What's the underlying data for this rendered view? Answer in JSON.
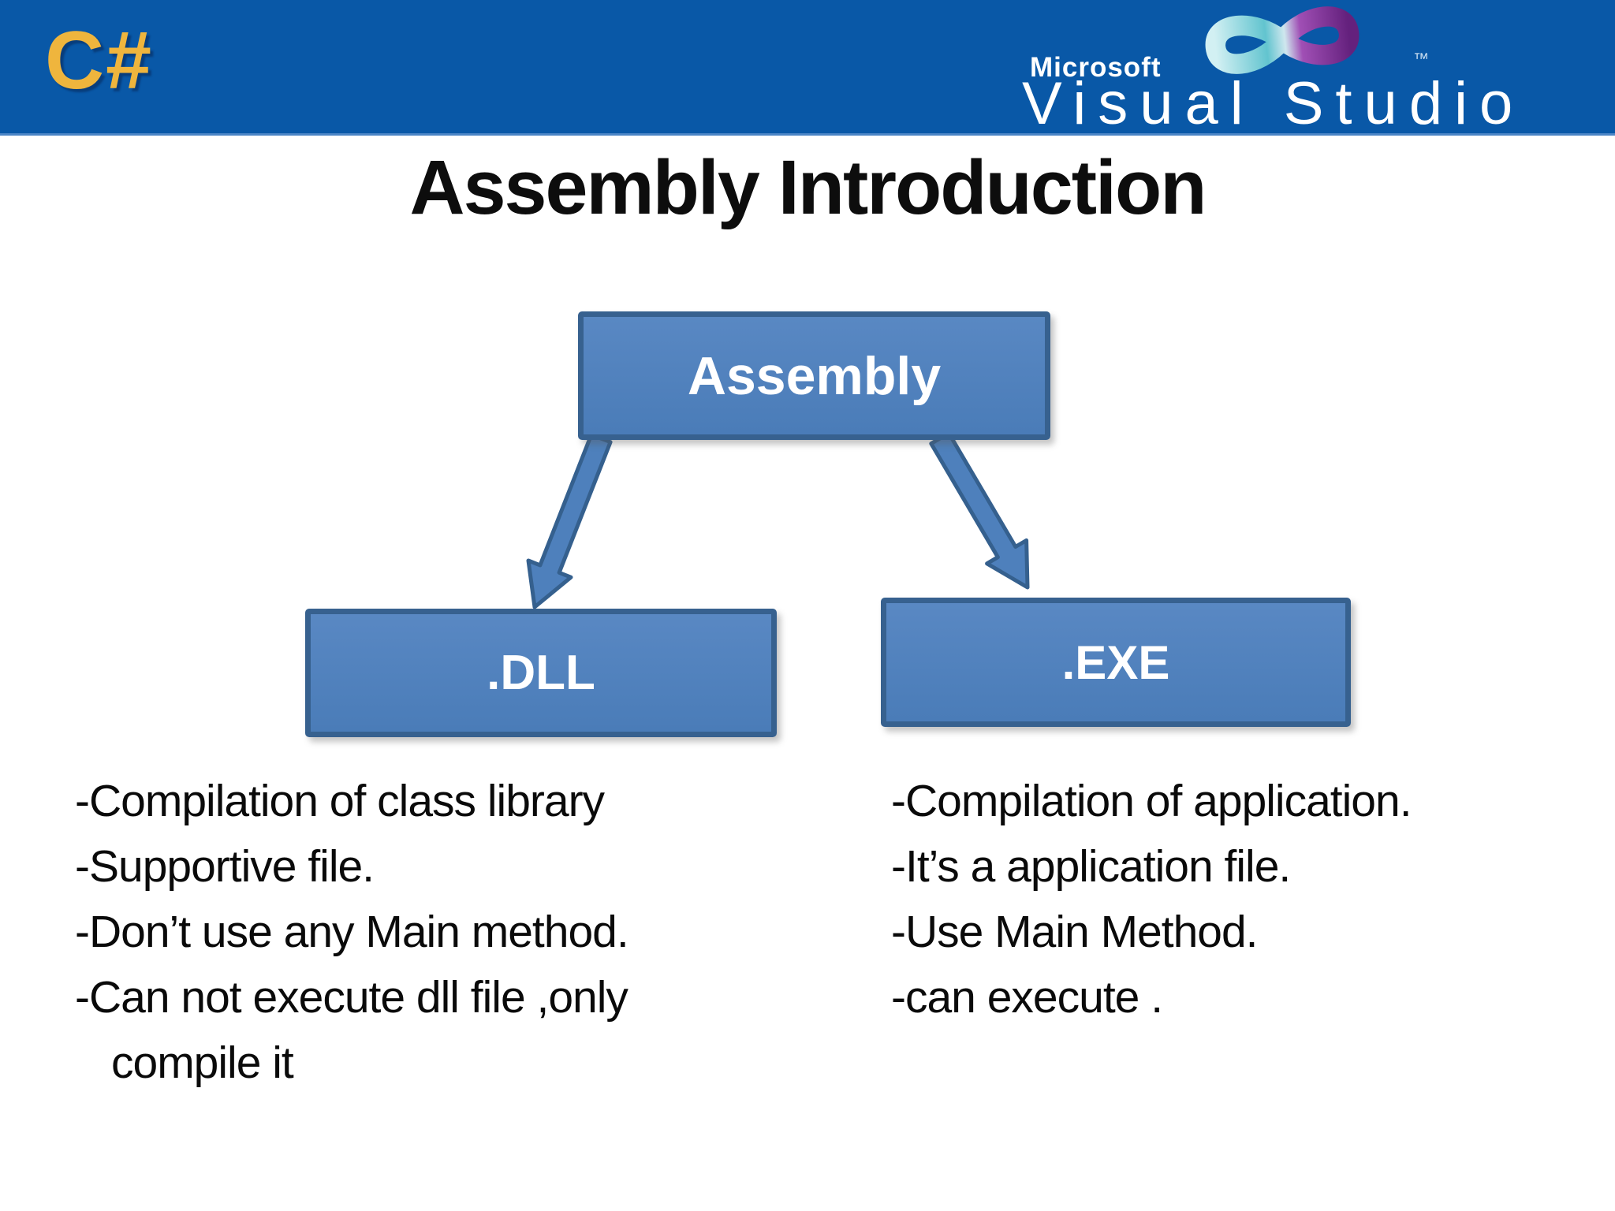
{
  "header": {
    "csharp_logo": "C#",
    "bg_color": "#0958a7",
    "csharp_gold": "#efb53d",
    "vs_logo": {
      "microsoft": "Microsoft",
      "product": "Visual Studio",
      "trademark": "™",
      "infinity_teal": "#62c4cf",
      "infinity_purple": "#64217d"
    }
  },
  "slide": {
    "title": "Assembly Introduction",
    "diagram": {
      "root_label": "Assembly",
      "children": [
        ".DLL",
        ".EXE"
      ],
      "node_fill": "#4e80bc",
      "node_border": "#37618f"
    },
    "dll_notes": [
      "-Compilation of class library",
      "-Supportive file.",
      "-Don’t use any Main method.",
      "-Can not execute dll file ,only",
      {
        "text": "compile it",
        "indent": true
      }
    ],
    "exe_notes": [
      "-Compilation of application.",
      "-It’s a application file.",
      "-Use Main Method.",
      "-can execute ."
    ]
  }
}
